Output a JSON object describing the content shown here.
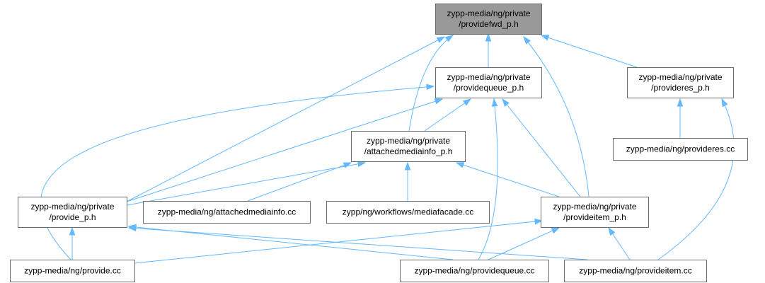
{
  "diagram": {
    "nodes": [
      {
        "id": "providefwd",
        "lines": [
          "zypp-media/ng/private",
          "/providefwd_p.h"
        ],
        "root": true
      },
      {
        "id": "providequeue_h",
        "lines": [
          "zypp-media/ng/private",
          "/providequeue_p.h"
        ]
      },
      {
        "id": "provideres_h",
        "lines": [
          "zypp-media/ng/private",
          "/provideres_p.h"
        ]
      },
      {
        "id": "provideres_cc",
        "lines": [
          "zypp-media/ng/provideres.cc"
        ]
      },
      {
        "id": "attached_h",
        "lines": [
          "zypp-media/ng/private",
          "/attachedmediainfo_p.h"
        ]
      },
      {
        "id": "provide_h",
        "lines": [
          "zypp-media/ng/private",
          "/provide_p.h"
        ]
      },
      {
        "id": "attached_cc",
        "lines": [
          "zypp-media/ng/attachedmediainfo.cc"
        ]
      },
      {
        "id": "mediafacade",
        "lines": [
          "zypp/ng/workflows/mediafacade.cc"
        ]
      },
      {
        "id": "provideitem_h",
        "lines": [
          "zypp-media/ng/private",
          "/provideitem_p.h"
        ]
      },
      {
        "id": "provide_cc",
        "lines": [
          "zypp-media/ng/provide.cc"
        ]
      },
      {
        "id": "providequeue_cc",
        "lines": [
          "zypp-media/ng/providequeue.cc"
        ]
      },
      {
        "id": "provideitem_cc",
        "lines": [
          "zypp-media/ng/provideitem.cc"
        ]
      }
    ],
    "edges": [
      {
        "from": "providequeue_h",
        "to": "providefwd"
      },
      {
        "from": "provideres_h",
        "to": "providefwd"
      },
      {
        "from": "attached_h",
        "to": "providefwd"
      },
      {
        "from": "provide_h",
        "to": "providefwd"
      },
      {
        "from": "provideitem_h",
        "to": "providefwd"
      },
      {
        "from": "provideres_cc",
        "to": "provideres_h"
      },
      {
        "from": "provideitem_cc",
        "to": "provideres_h"
      },
      {
        "from": "attached_h",
        "to": "providequeue_h"
      },
      {
        "from": "provide_h",
        "to": "providequeue_h"
      },
      {
        "from": "provide_cc",
        "to": "providequeue_h"
      },
      {
        "from": "providequeue_cc",
        "to": "providequeue_h"
      },
      {
        "from": "provideitem_h",
        "to": "providequeue_h"
      },
      {
        "from": "provide_h",
        "to": "attached_h"
      },
      {
        "from": "attached_cc",
        "to": "attached_h"
      },
      {
        "from": "mediafacade",
        "to": "attached_h"
      },
      {
        "from": "provideitem_h",
        "to": "attached_h"
      },
      {
        "from": "provide_cc",
        "to": "provide_h"
      },
      {
        "from": "providequeue_cc",
        "to": "provide_h"
      },
      {
        "from": "provideitem_cc",
        "to": "provide_h"
      },
      {
        "from": "provide_cc",
        "to": "provideitem_h"
      },
      {
        "from": "providequeue_cc",
        "to": "provideitem_h"
      },
      {
        "from": "provideitem_cc",
        "to": "provideitem_h"
      }
    ]
  }
}
